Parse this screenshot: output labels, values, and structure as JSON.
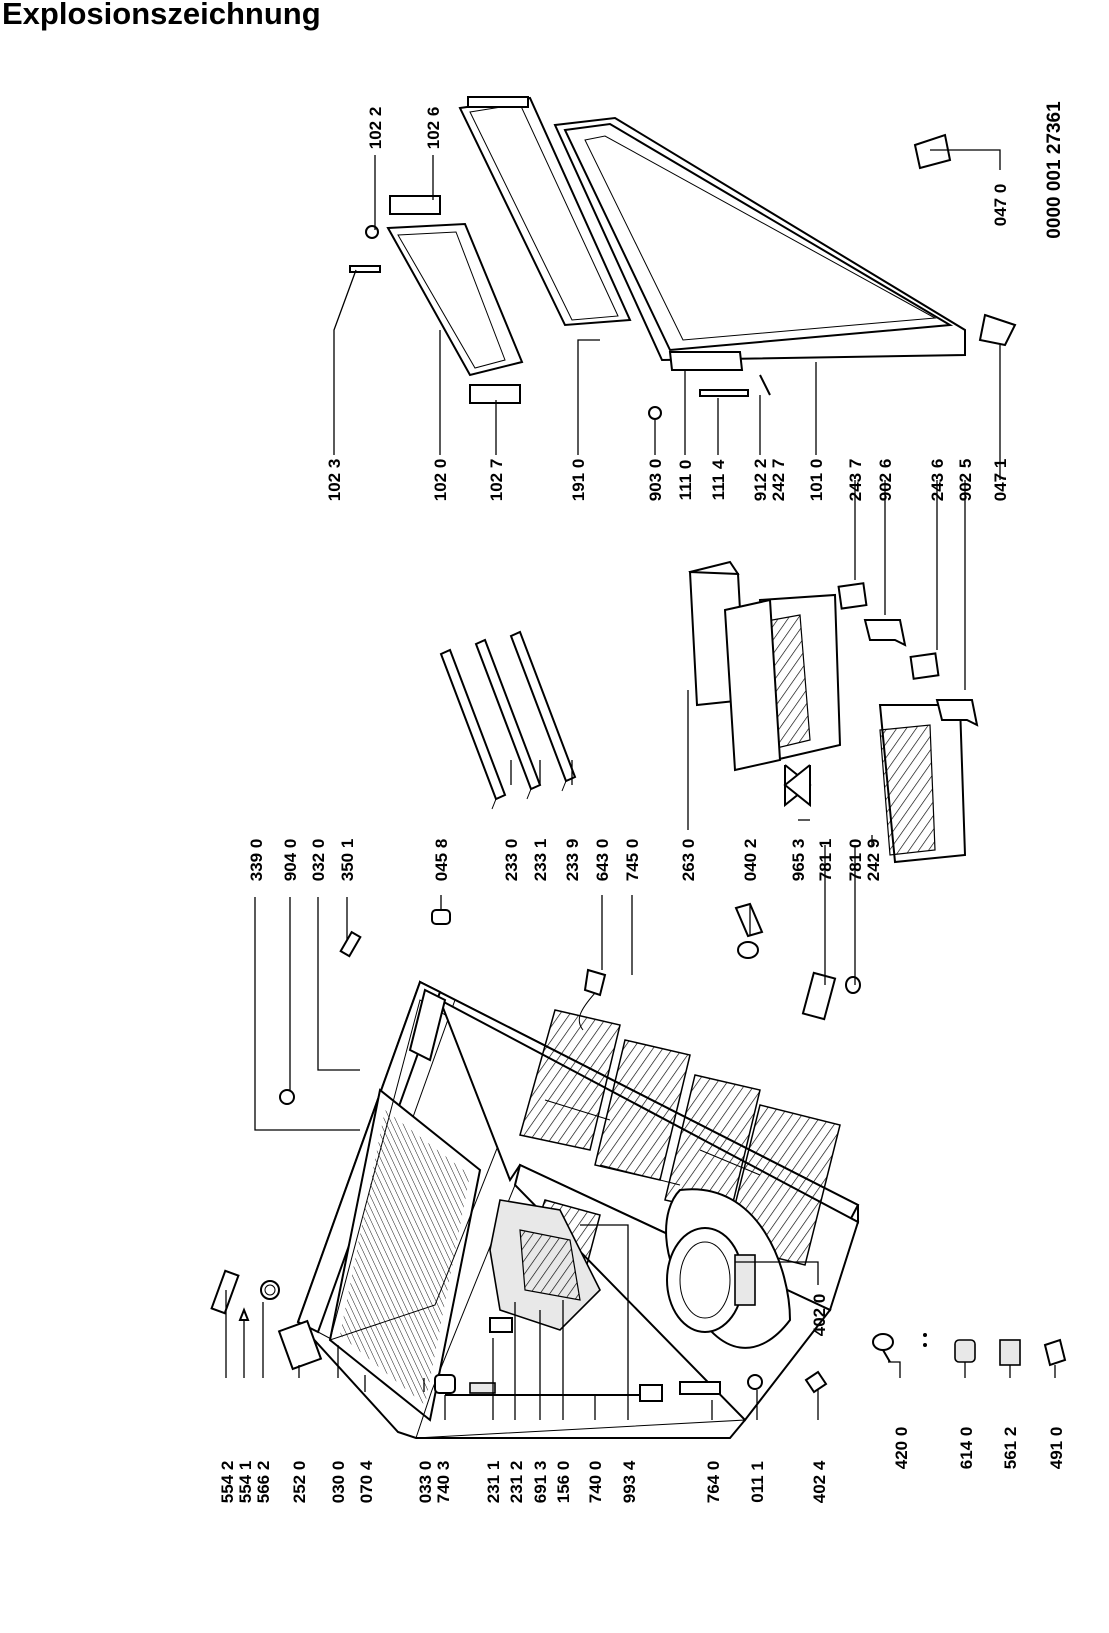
{
  "title": "Explosionszeichnung",
  "document_number": "0000 001 27361",
  "labels": {
    "p554_2": "554 2",
    "p554_1": "554 1",
    "p566_2": "566 2",
    "p252_0": "252 0",
    "p030_0": "030 0",
    "p070_4": "070 4",
    "p033_0": "033 0",
    "p740_3": "740 3",
    "p231_1": "231 1",
    "p231_2": "231 2",
    "p691_3": "691 3",
    "p156_0": "156 0",
    "p740_0": "740 0",
    "p993_4": "993 4",
    "p764_0": "764 0",
    "p011_1": "011 1",
    "p402_4": "402 4",
    "p420_0": "420 0",
    "p614_0": "614 0",
    "p561_2": "561 2",
    "p491_0": "491 0",
    "p402_0": "402 0",
    "p339_0": "339 0",
    "p904_0": "904 0",
    "p032_0": "032 0",
    "p350_1": "350 1",
    "p045_8": "045 8",
    "p233_0": "233 0",
    "p233_1": "233 1",
    "p233_9": "233 9",
    "p643_0": "643 0",
    "p745_0": "745 0",
    "p263_0": "263 0",
    "p040_2": "040 2",
    "p965_3": "965 3",
    "p781_1": "781 1",
    "p781_0": "781 0",
    "p242_9": "242 9",
    "p102_3": "102 3",
    "p102_0": "102 0",
    "p102_7": "102 7",
    "p191_0": "191 0",
    "p903_0": "903 0",
    "p111_0": "111 0",
    "p111_4": "111 4",
    "p912_2": "912 2",
    "p242_7": "242 7",
    "p101_0": "101 0",
    "p243_7": "243 7",
    "p902_6": "902 6",
    "p243_6": "243 6",
    "p902_5": "902 5",
    "p047_1": "047 1",
    "p047_0": "047 0",
    "p102_2": "102 2",
    "p102_6": "102 6"
  }
}
